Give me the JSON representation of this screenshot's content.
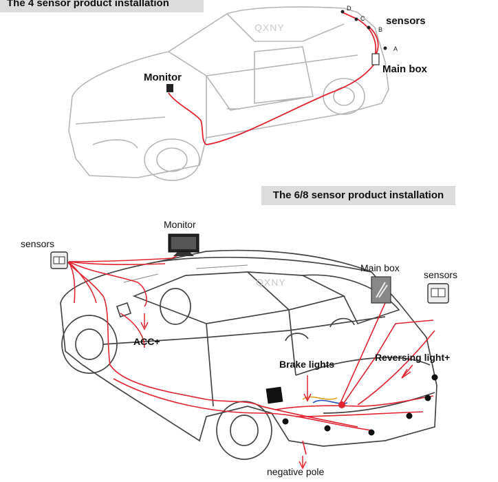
{
  "top_section": {
    "title": "The 4 sensor product installation",
    "watermark": "QXNY",
    "labels": {
      "sensors": "sensors",
      "main_box": "Main box",
      "monitor": "Monitor"
    },
    "sensor_letters": [
      "D",
      "C",
      "B",
      "A"
    ]
  },
  "bottom_section": {
    "title": "The 6/8 sensor product installation",
    "watermark": "QXNY",
    "labels": {
      "monitor": "Monitor",
      "sensors_left": "sensors",
      "main_box": "Main box",
      "sensors_right": "sensors",
      "acc": "ACC+",
      "brake_lights": "Brake lights",
      "reversing_light": "Reversing light+",
      "negative_pole": "negative pole"
    }
  },
  "colors": {
    "wire": "#e0242f",
    "car_line_top": "#b5b5b5",
    "car_line_bottom": "#444444",
    "banner_bg": "#dcdcdc"
  }
}
